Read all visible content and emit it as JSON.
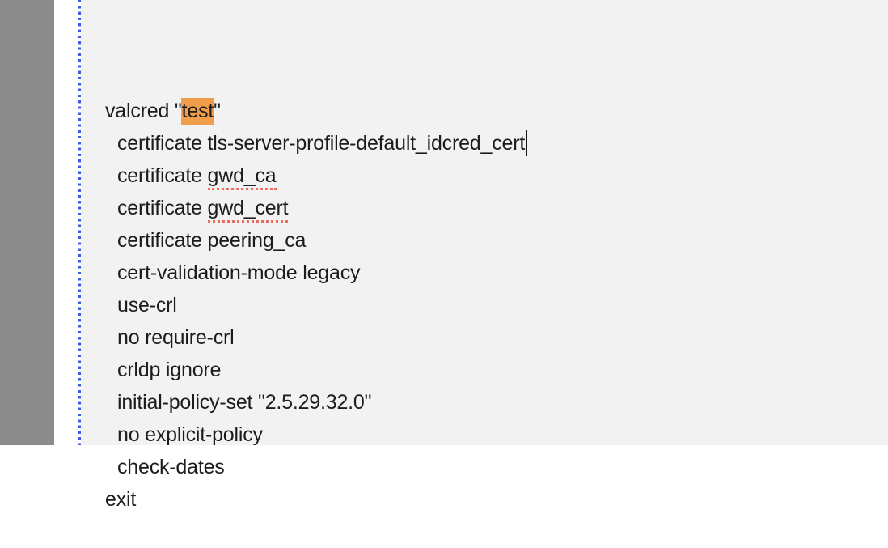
{
  "colors": {
    "sidebar": "#8c8c8c",
    "gutter": "#ffffff",
    "editor_bg": "#f2f2f2",
    "text": "#1c1c1c",
    "highlight": "#f09d4c",
    "indent_guide": "#3a5ce8",
    "spellcheck_underline": "#ed6a5e"
  },
  "editor": {
    "lines": [
      {
        "indent": 0,
        "caret": false,
        "segments": [
          {
            "text": "valcred \"",
            "style": "plain"
          },
          {
            "text": "test",
            "style": "highlight"
          },
          {
            "text": "\"",
            "style": "plain"
          }
        ]
      },
      {
        "indent": 1,
        "caret": true,
        "segments": [
          {
            "text": "certificate tls-server-profile-default_idcred_cert",
            "style": "plain"
          }
        ]
      },
      {
        "indent": 1,
        "caret": false,
        "segments": [
          {
            "text": "certificate ",
            "style": "plain"
          },
          {
            "text": "gwd_ca",
            "style": "misspelled"
          }
        ]
      },
      {
        "indent": 1,
        "caret": false,
        "segments": [
          {
            "text": "certificate ",
            "style": "plain"
          },
          {
            "text": "gwd_cert",
            "style": "misspelled"
          }
        ]
      },
      {
        "indent": 1,
        "caret": false,
        "segments": [
          {
            "text": "certificate peering_ca",
            "style": "plain"
          }
        ]
      },
      {
        "indent": 1,
        "caret": false,
        "segments": [
          {
            "text": "cert-validation-mode legacy",
            "style": "plain"
          }
        ]
      },
      {
        "indent": 1,
        "caret": false,
        "segments": [
          {
            "text": "use-crl",
            "style": "plain"
          }
        ]
      },
      {
        "indent": 1,
        "caret": false,
        "segments": [
          {
            "text": "no require-crl",
            "style": "plain"
          }
        ]
      },
      {
        "indent": 1,
        "caret": false,
        "segments": [
          {
            "text": "crldp ignore",
            "style": "plain"
          }
        ]
      },
      {
        "indent": 1,
        "caret": false,
        "segments": [
          {
            "text": "initial-policy-set \"2.5.29.32.0\"",
            "style": "plain"
          }
        ]
      },
      {
        "indent": 1,
        "caret": false,
        "segments": [
          {
            "text": "no explicit-policy",
            "style": "plain"
          }
        ]
      },
      {
        "indent": 1,
        "caret": false,
        "segments": [
          {
            "text": "check-dates",
            "style": "plain"
          }
        ]
      },
      {
        "indent": 0,
        "caret": false,
        "segments": [
          {
            "text": "exit",
            "style": "plain"
          }
        ]
      }
    ]
  }
}
